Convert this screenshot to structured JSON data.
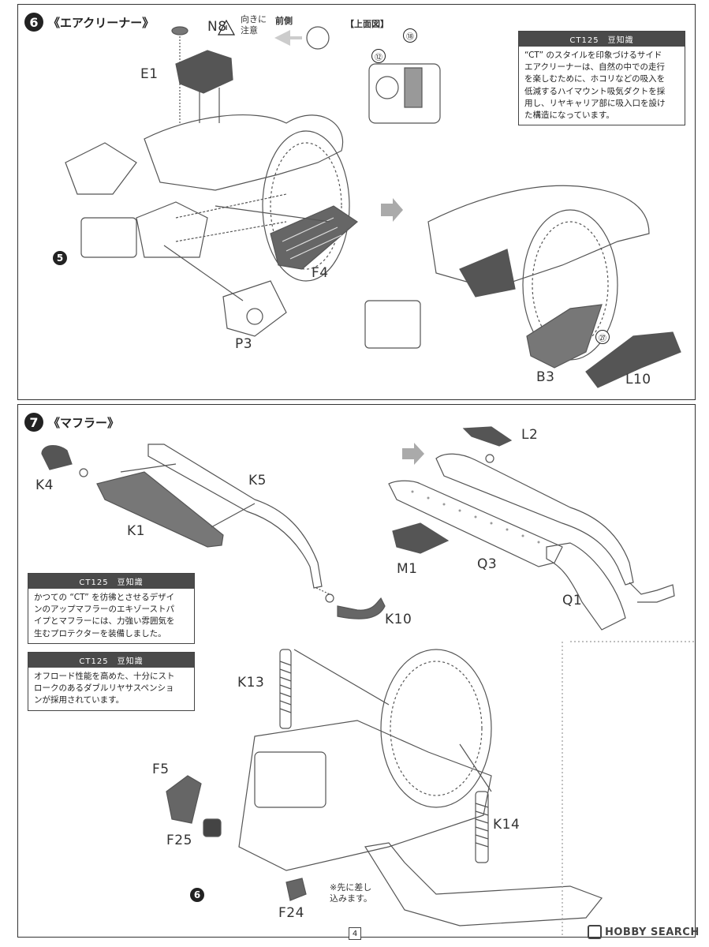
{
  "step6": {
    "number": "6",
    "title": "《エアクリーナー》",
    "caution": {
      "part": "N8",
      "line1": "向きに",
      "line2": "注意"
    },
    "front_label": "前側",
    "top_view_label": "【上面図】",
    "top_view_refs": [
      "⑫",
      "⑱"
    ],
    "prev_step": "5",
    "parts": [
      "E1",
      "F4",
      "P3",
      "B3",
      "L10"
    ],
    "ref_27": "㉗",
    "tip": {
      "title": "CT125　豆知識",
      "lines": [
        "“CT” のスタイルを印象づけるサイド",
        "エアクリーナーは、自然の中での走行",
        "を楽しむために、ホコリなどの吸入を",
        "低減するハイマウント吸気ダクトを採",
        "用し、リヤキャリア部に吸入口を設け",
        "た構造になっています。"
      ]
    }
  },
  "step7": {
    "number": "7",
    "title": "《マフラー》",
    "parts": [
      "K4",
      "K5",
      "K1",
      "K10",
      "L2",
      "M1",
      "Q3",
      "Q1",
      "K13",
      "K14",
      "F5",
      "F25",
      "F24"
    ],
    "prev_step": "6",
    "insert_note": {
      "line1": "※先に差し",
      "line2": "込みます。"
    },
    "tip1": {
      "title": "CT125　豆知識",
      "lines": [
        "かつての “CT” を彷彿とさせるデザイ",
        "ンのアップマフラーのエキゾーストパ",
        "イプとマフラーには、力強い雰囲気を",
        "生むプロテクターを装備しました。"
      ]
    },
    "tip2": {
      "title": "CT125　豆知識",
      "lines": [
        "オフロード性能を高めた、十分にスト",
        "ロークのあるダブルリヤサスペンショ",
        "ンが採用されています。"
      ]
    }
  },
  "footer": {
    "page": "4",
    "watermark": "HOBBY SEARCH"
  }
}
